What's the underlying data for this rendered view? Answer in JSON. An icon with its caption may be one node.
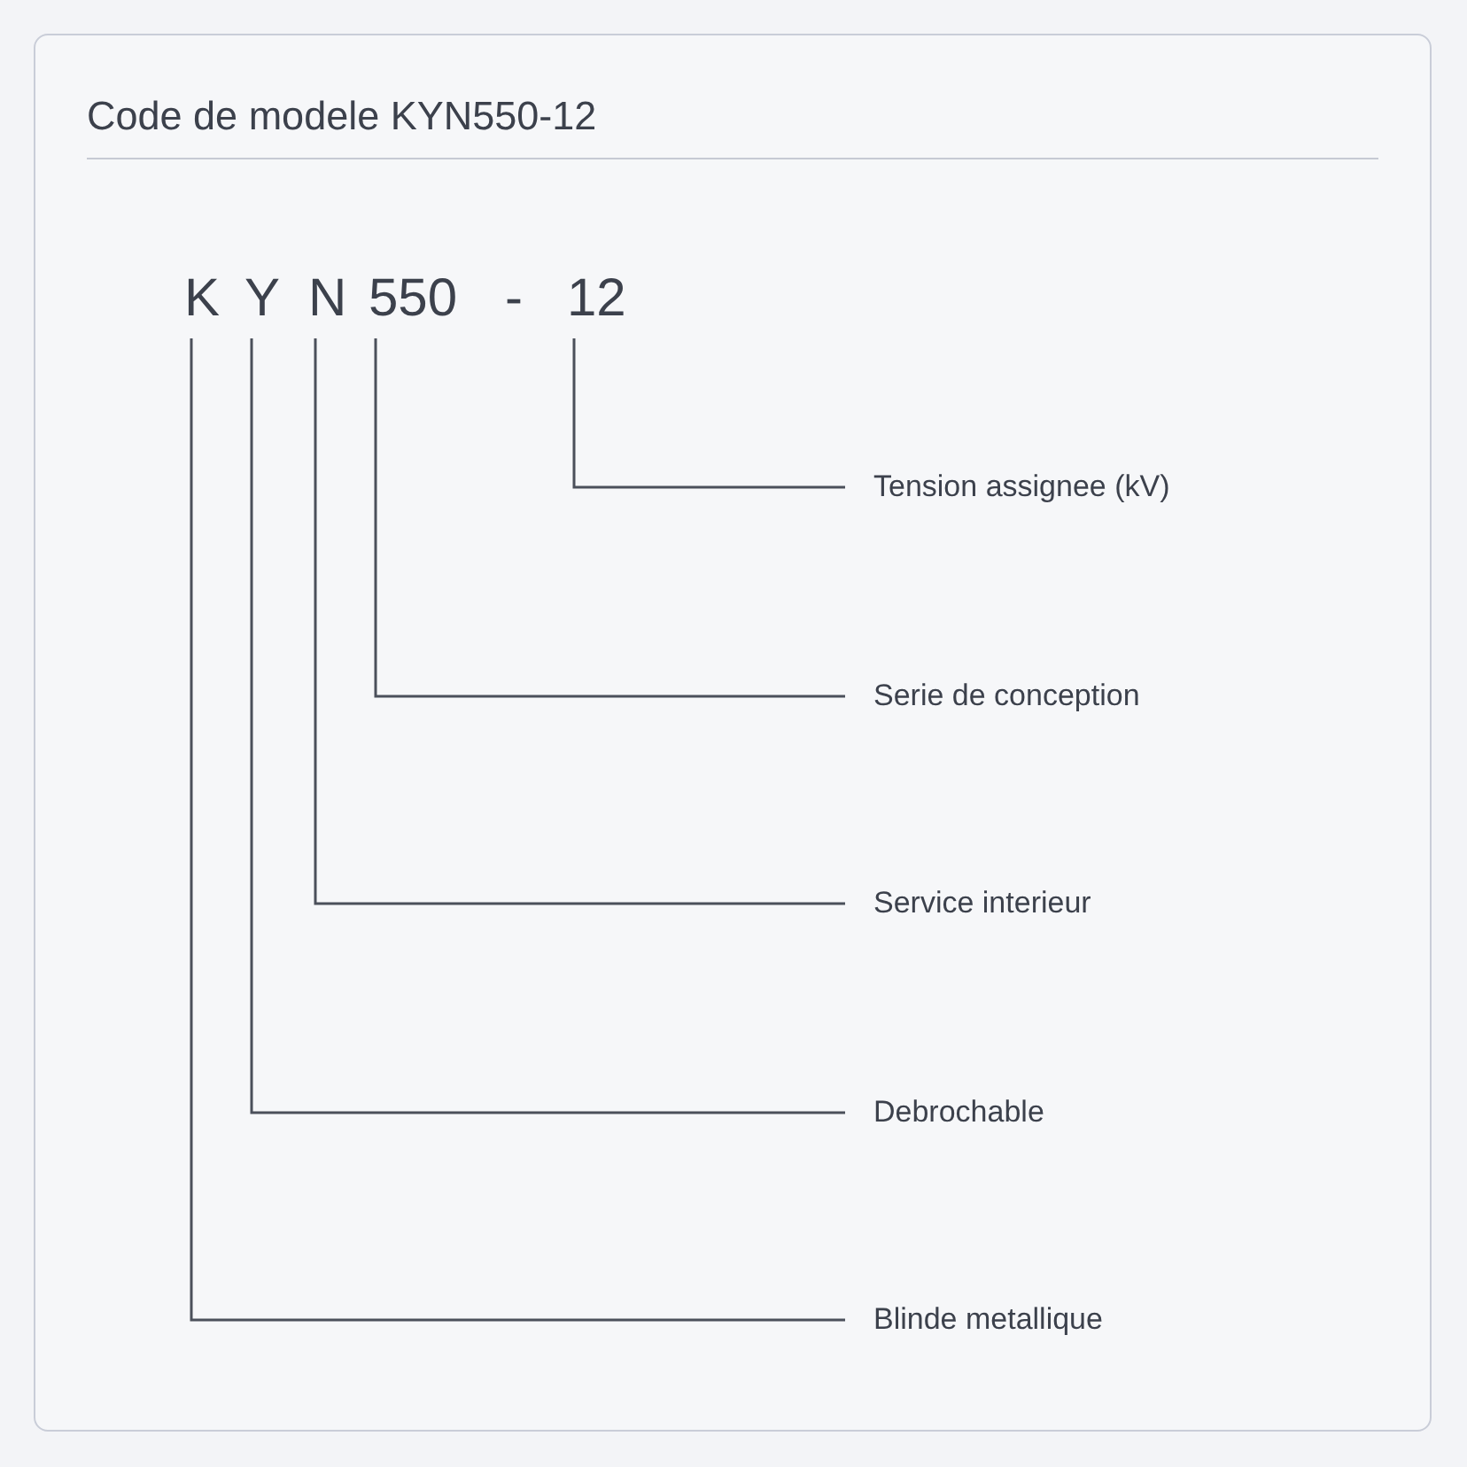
{
  "diagram": {
    "title": "Code de modele KYN550-12",
    "nodes": [
      {
        "text": [
          "K"
        ]
      },
      {
        "text": [
          "Y"
        ]
      },
      {
        "text": [
          "N"
        ]
      },
      {
        "text": [
          "550"
        ]
      },
      {
        "text": [
          "12"
        ]
      },
      {
        "text": [
          "Tension assignee (kV)"
        ]
      },
      {
        "text": [
          "Serie de conception"
        ]
      },
      {
        "text": [
          "Service interieur"
        ]
      },
      {
        "text": [
          "Debrochable"
        ]
      },
      {
        "text": [
          "Blinde metallique"
        ]
      }
    ],
    "edges": [
      {
        "from": 4,
        "to": 5,
        "arrow": "none"
      },
      {
        "from": 3,
        "to": 6,
        "arrow": "none"
      },
      {
        "from": 2,
        "to": 7,
        "arrow": "none"
      },
      {
        "from": 1,
        "to": 8,
        "arrow": "none"
      },
      {
        "from": 0,
        "to": 9,
        "arrow": "none"
      }
    ],
    "labels": [
      "-"
    ]
  }
}
